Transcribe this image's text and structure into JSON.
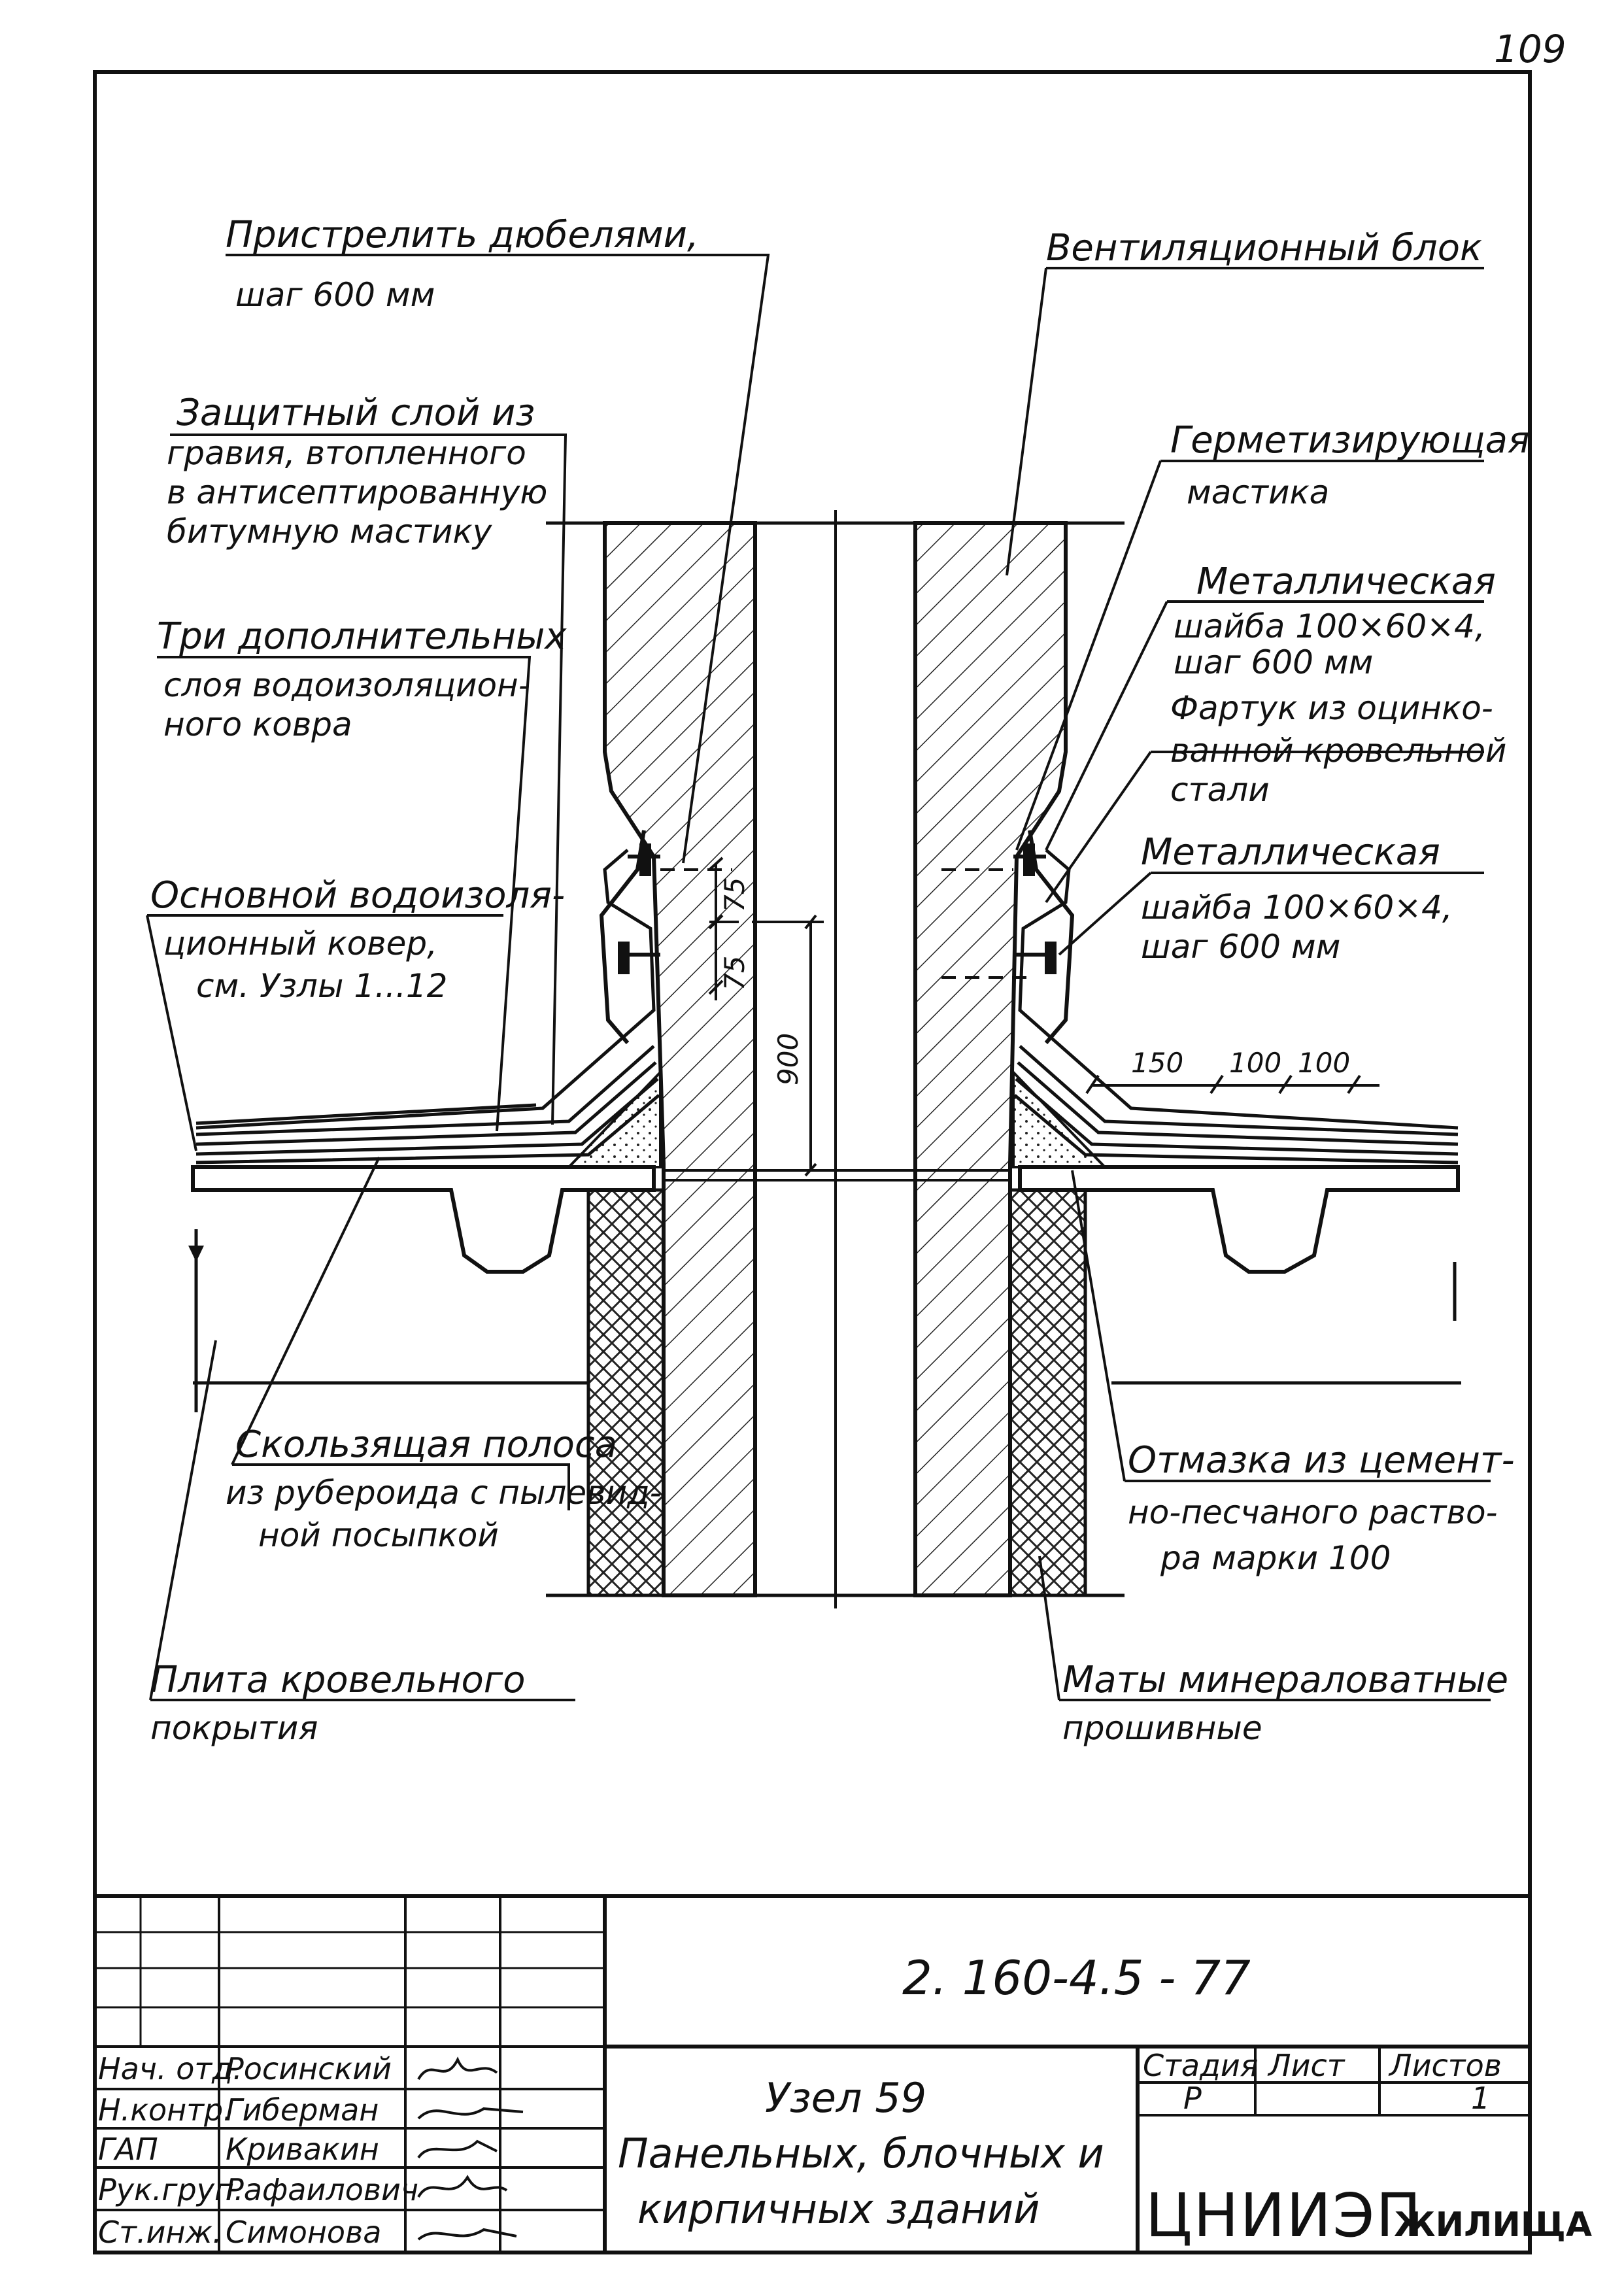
{
  "page_number": "109",
  "drawing": {
    "labels": {
      "dowels_1": "Пристрелить дюбелями,",
      "dowels_2": "шаг 600 мм",
      "vent_block": "Вентиляционный блок",
      "gravel_1": "Защитный слой из",
      "gravel_2": "гравия, втопленного",
      "gravel_3": "в антисептированную",
      "gravel_4": "битумную мастику",
      "sealant_1": "Герметизирующая",
      "sealant_2": "мастика",
      "washer_top_1": "Металлическая",
      "washer_top_2": "шайба 100×60×4,",
      "washer_top_3": "шаг 600 мм",
      "extra_layers_1": "Три дополнительных",
      "extra_layers_2": "слоя водоизоляцион-",
      "extra_layers_3": "ного ковра",
      "apron_1": "Фартук из оцинко-",
      "apron_2": "ванной кровельной",
      "apron_3": "стали",
      "main_carpet_1": "Основной водоизоля-",
      "main_carpet_2": "ционный ковер,",
      "main_carpet_3": "см. Узлы 1...12",
      "washer_bot_1": "Металлическая",
      "washer_bot_2": "шайба 100×60×4,",
      "washer_bot_3": "шаг 600 мм",
      "sliding_1": "Скользящая полоса",
      "sliding_2": "из рубероида с пылевид-",
      "sliding_3": "ной посыпкой",
      "mortar_1": "Отмазка из цемент-",
      "mortar_2": "но-песчаного раство-",
      "mortar_3": "ра марки 100",
      "slab_1": "Плита кровельного",
      "slab_2": "покрытия",
      "mats_1": "Маты минераловатные",
      "mats_2": "прошивные"
    },
    "dimensions": {
      "d75a": "75",
      "d75b": "75",
      "d900": "900",
      "d150": "150",
      "d100a": "100",
      "d100b": "100"
    }
  },
  "title_block": {
    "doc_code": "2. 160-4.5 - 77",
    "title_1": "Узел 59",
    "title_2": "Панельных, блочных и",
    "title_3": "кирпичных зданий",
    "stage_header": "Стадия",
    "sheet_header": "Лист",
    "sheets_header": "Листов",
    "stage_value": "Р",
    "sheet_value": "",
    "sheets_value": "1",
    "org_main": "ЦНИИЭП",
    "org_sub": "ЖИЛИЩА",
    "signatures": [
      {
        "role": "Нач. отд.",
        "name": "Росинский"
      },
      {
        "role": "Н.контр.",
        "name": "Гиберман"
      },
      {
        "role": "ГАП",
        "name": "Кривакин"
      },
      {
        "role": "Рук.груп.",
        "name": "Рафаилович"
      },
      {
        "role": "Ст.инж.",
        "name": "Симонова"
      }
    ]
  }
}
